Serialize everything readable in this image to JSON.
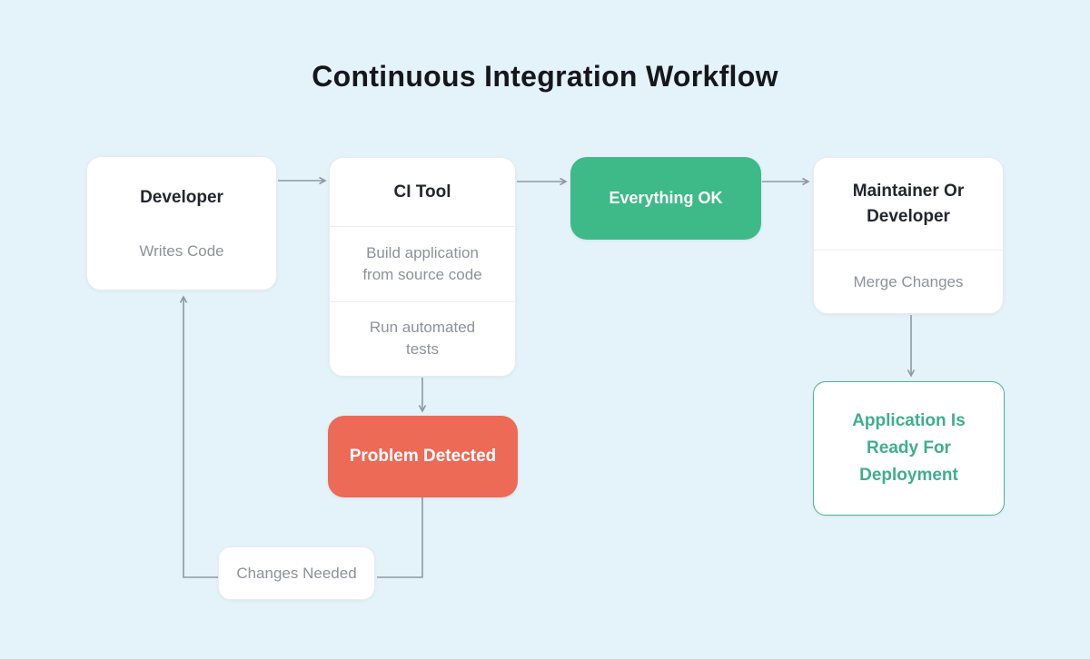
{
  "title": "Continuous Integration Workflow",
  "colors": {
    "background": "#e4f2f9",
    "success_green": "#3dba88",
    "error_red": "#ec6a56",
    "ready_green_text": "#3fae8c",
    "ready_green_border": "#4cb394",
    "arrow_gray": "#8c99a4",
    "node_background": "#ffffff",
    "title_text": "#15171c",
    "node_title_text": "#22262e",
    "node_subtitle_text": "#8d929b"
  },
  "nodes": {
    "developer": {
      "title": "Developer",
      "subtitle": "Writes Code"
    },
    "ci_tool": {
      "title": "CI Tool",
      "step1": "Build application from source code",
      "step2": "Run automated tests"
    },
    "everything_ok": {
      "label": "Everything OK"
    },
    "maintainer": {
      "title": "Maintainer Or Developer",
      "subtitle": "Merge Changes"
    },
    "problem_detected": {
      "label": "Problem Detected"
    },
    "application_ready": {
      "label": "Application Is Ready For Deployment"
    },
    "changes_needed": {
      "label": "Changes Needed"
    }
  }
}
